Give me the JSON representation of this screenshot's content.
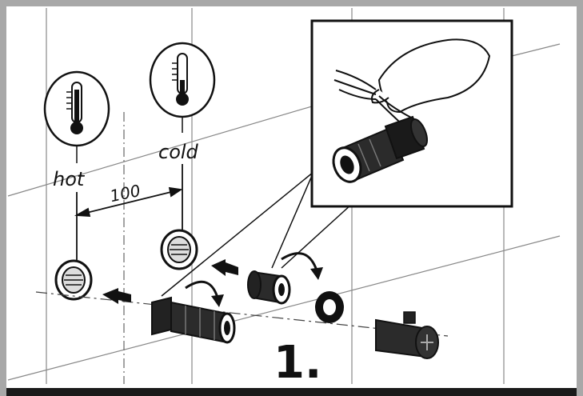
{
  "labels": {
    "hot": "hot",
    "cold": "cold",
    "distance": "100",
    "step": "1."
  },
  "icons": [
    "thermometer-icon",
    "thermometer-icon",
    "rotate-arrow-icon",
    "push-arrow-icon",
    "hand-icon"
  ],
  "colors": {
    "frame": "#a8a8a8",
    "ink": "#111111",
    "wall_lines": "#777777"
  }
}
